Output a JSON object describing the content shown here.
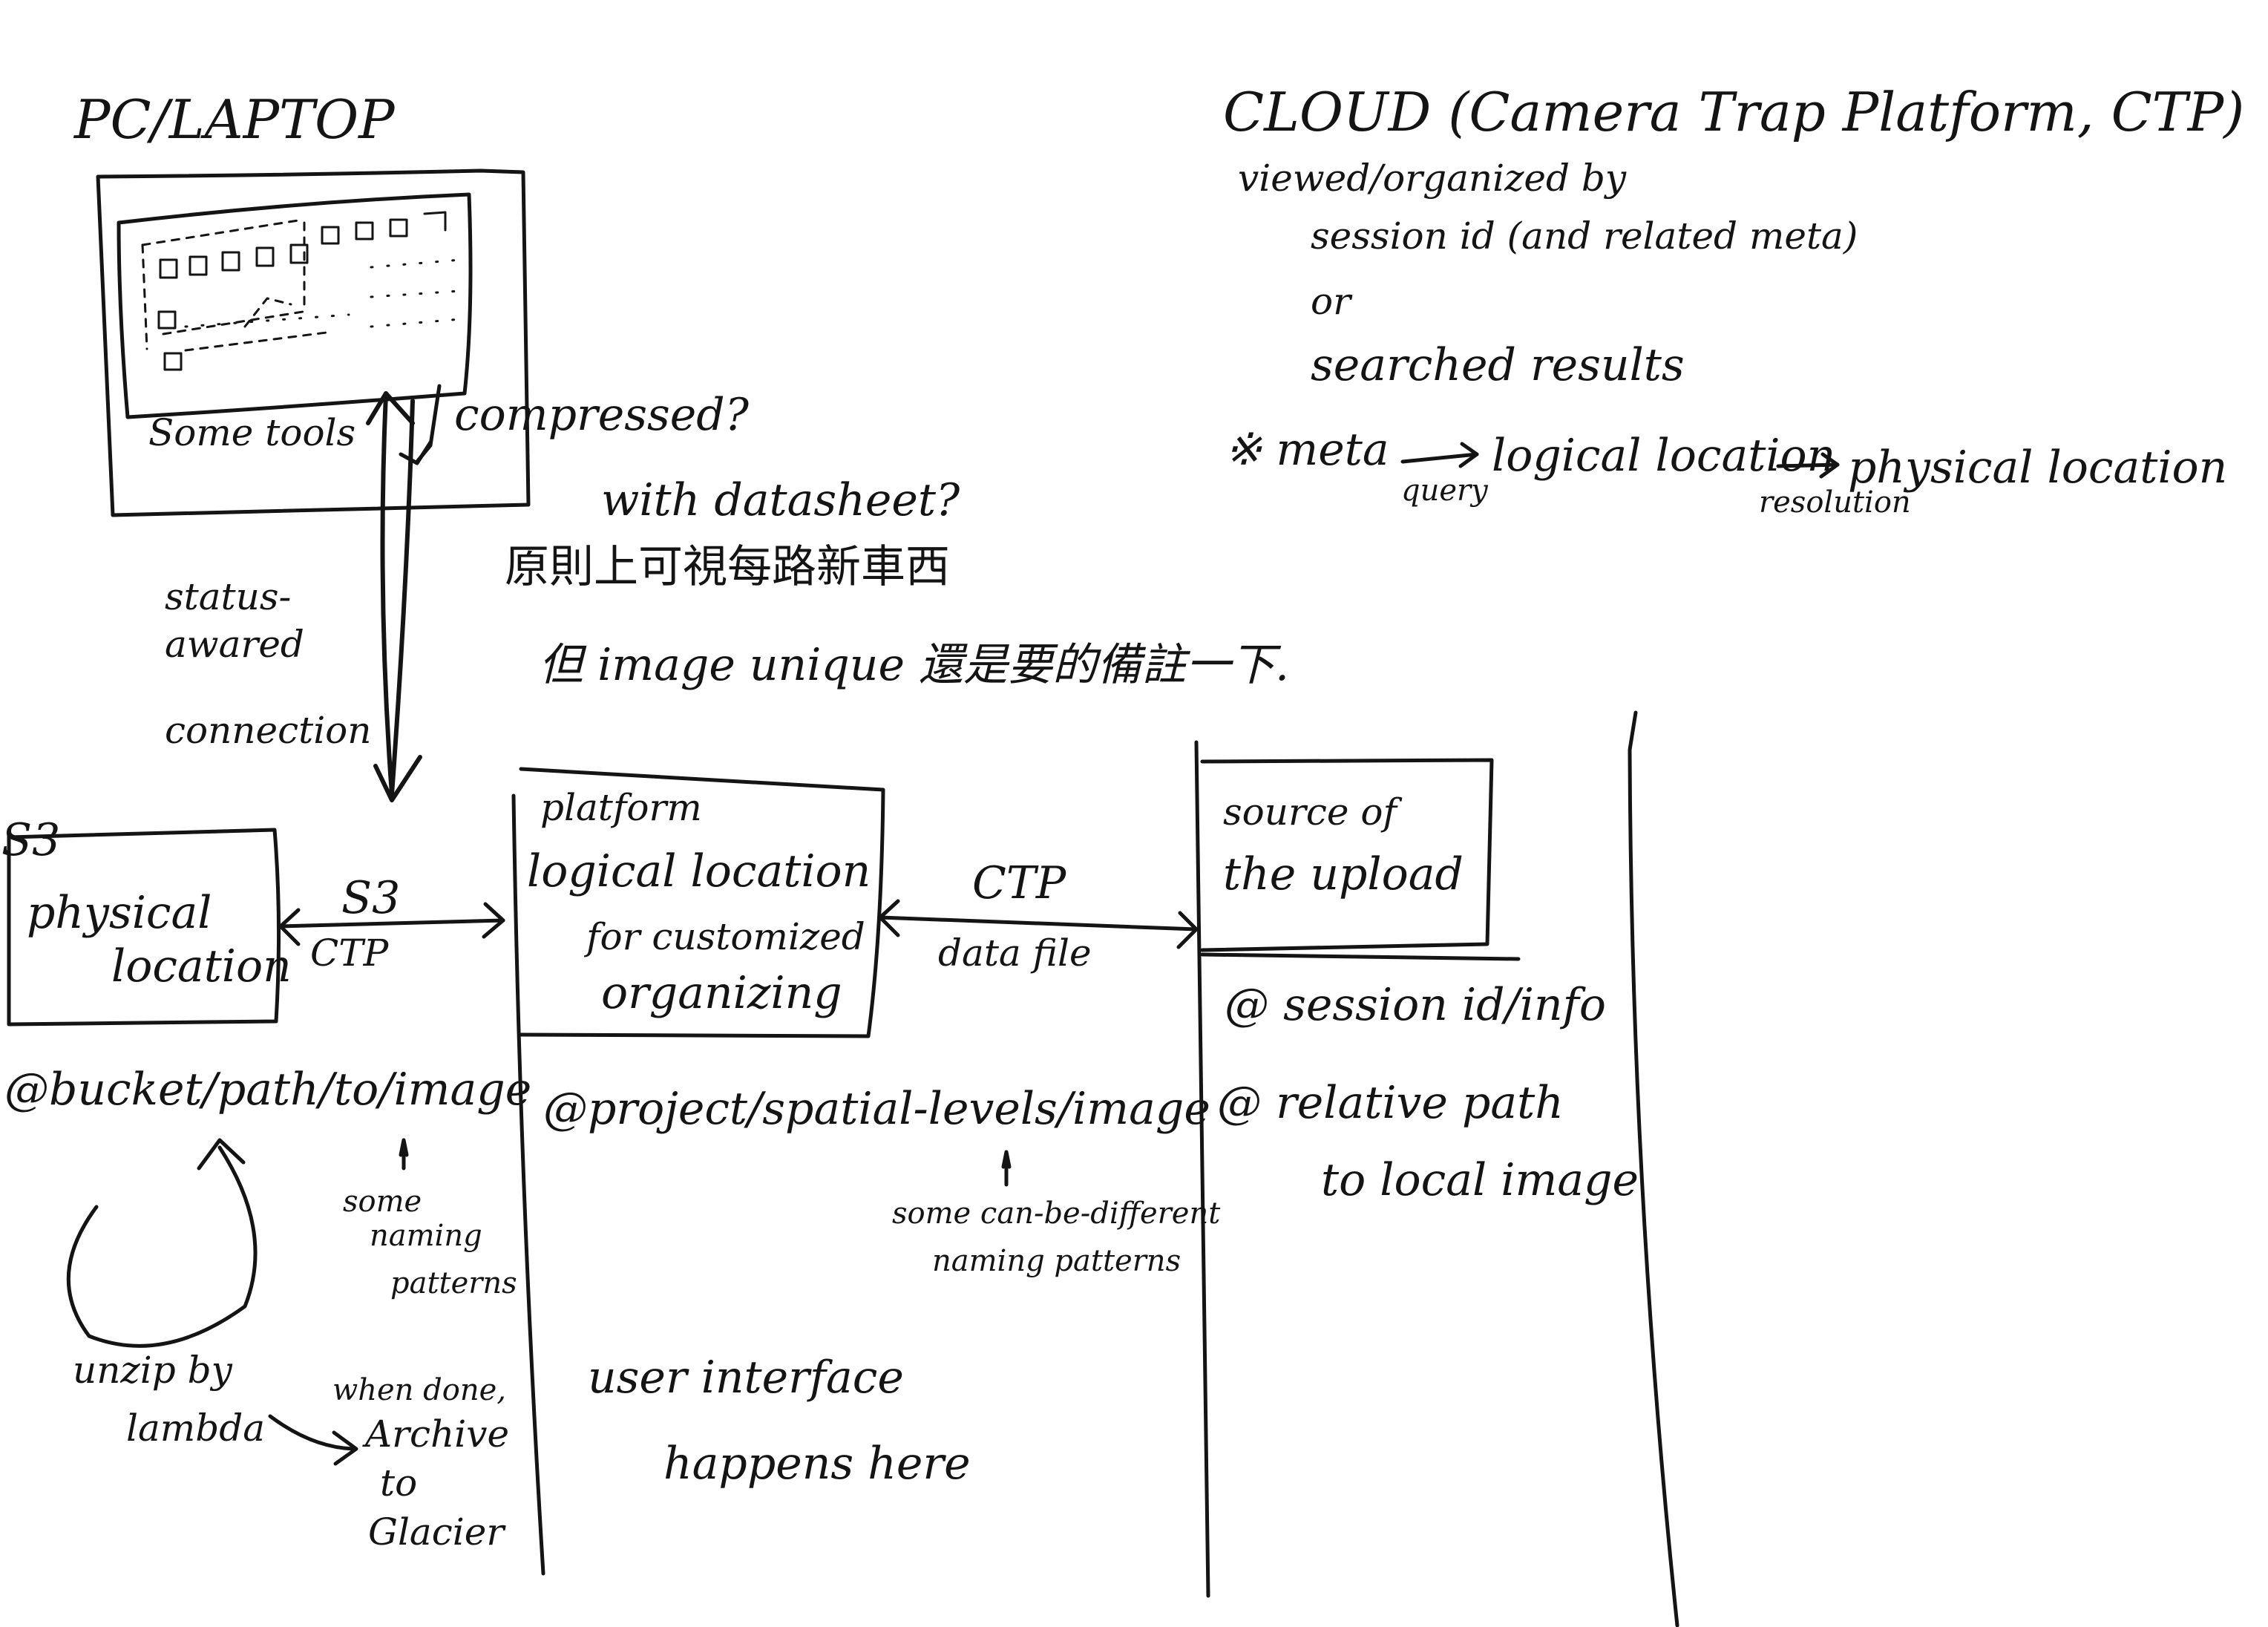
{
  "pc": {
    "title": "PC/LAPTOP",
    "tools": "Some tools"
  },
  "upload": {
    "compressed": "compressed?",
    "datasheet": "with datasheet?",
    "note_line1": "原則上可視每路新車西",
    "note_line2": "但 image unique 還是要的備註一下.",
    "status": [
      "status-",
      "awared",
      "connection"
    ]
  },
  "cloud": {
    "title": "CLOUD (Camera Trap Platform, CTP)",
    "viewed_by": "viewed/organized by",
    "session": "session id (and related meta)",
    "or": "or",
    "searched": "searched results",
    "flow": {
      "star_meta": "※ meta",
      "query": "query",
      "logical": "logical location",
      "resolution": "resolution",
      "physical": "physical location"
    }
  },
  "s3": {
    "tag": "S3",
    "box_line1": "physical",
    "box_line2": "location",
    "arrow_top": "S3",
    "arrow_bottom": "CTP",
    "path": "@bucket/path/to/image",
    "naming": [
      "some",
      "naming",
      "patterns"
    ],
    "unzip": [
      "unzip by",
      "lambda"
    ],
    "archive": [
      "when done,",
      "Archive",
      "to",
      "Glacier"
    ]
  },
  "platform": {
    "box_lines": [
      "platform",
      "logical location",
      "for customized",
      "organizing"
    ],
    "arrow_top": "CTP",
    "arrow_bottom": "data file",
    "path": "@project/spatial-levels/image",
    "naming": [
      "some can-be-different",
      "naming patterns"
    ],
    "ui": [
      "user interface",
      "happens here"
    ]
  },
  "source": {
    "box_lines": [
      "source of",
      "the upload"
    ],
    "item1": "@ session id/info",
    "item2": "@ relative path",
    "item3": "to local image"
  }
}
